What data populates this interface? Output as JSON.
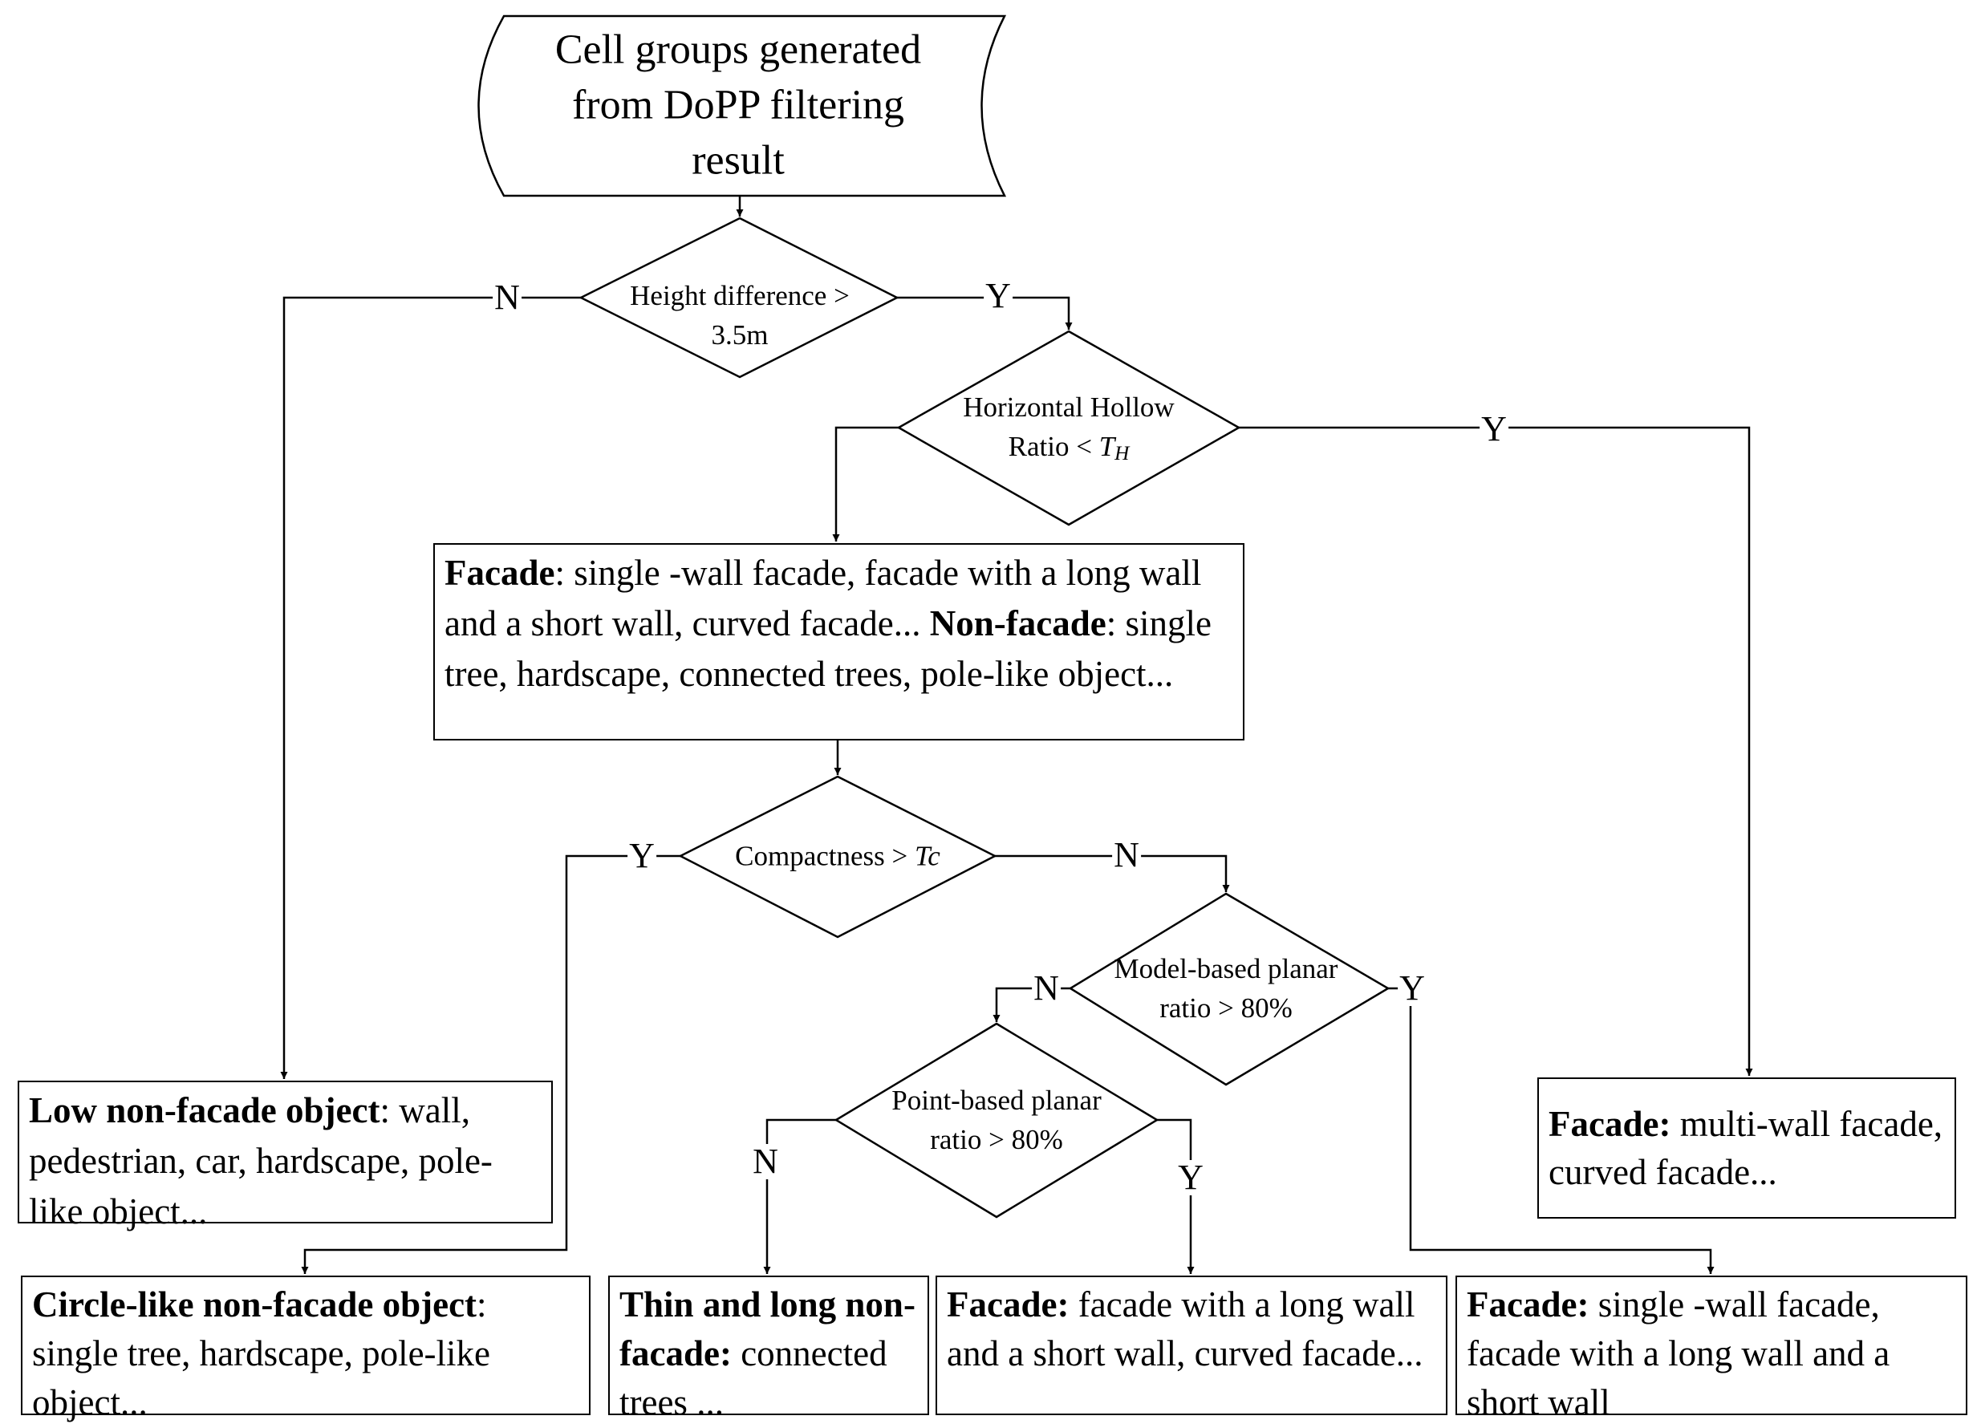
{
  "start": {
    "text": "Cell groups generated from DoPP filtering result"
  },
  "decisions": {
    "height": {
      "text": "Height difference > 3.5m"
    },
    "hollow": {
      "text": "Horizontal Hollow Ratio < ",
      "var": "T",
      "sub": "H"
    },
    "compact": {
      "text": "Compactness > ",
      "var": "Tc"
    },
    "model": {
      "text": "Model-based planar ratio > 80%"
    },
    "point": {
      "text": "Point-based planar ratio > 80%"
    }
  },
  "branch_labels": {
    "height_no": "N",
    "height_yes": "Y",
    "hollow_yes": "Y",
    "compact_yes": "Y",
    "compact_no": "N",
    "model_no": "N",
    "model_yes": "Y",
    "point_no": "N",
    "point_yes": "Y"
  },
  "boxes": {
    "mid": {
      "facade_title": "Facade",
      "facade_text": ": single -wall facade, facade with a long wall and a short wall, curved facade...",
      "nonfacade_title": "Non-facade",
      "nonfacade_text": ": single tree, hardscape, connected trees, pole-like object..."
    },
    "low": {
      "title": "Low non-facade object",
      "text": ": wall, pedestrian, car, hardscape, pole-like object..."
    },
    "multi": {
      "title": "Facade:",
      "text": " multi-wall facade, curved facade..."
    },
    "circle": {
      "title": "Circle-like non-facade object",
      "text": ": single tree, hardscape, pole-like object..."
    },
    "thin": {
      "title": "Thin and long non-facade:",
      "text": " connected trees ..."
    },
    "point_facade": {
      "title": "Facade:",
      "text": " facade with a long wall and a short wall, curved facade..."
    },
    "model_facade": {
      "title": "Facade:",
      "text": " single -wall facade, facade with a long wall and a short wall"
    }
  }
}
